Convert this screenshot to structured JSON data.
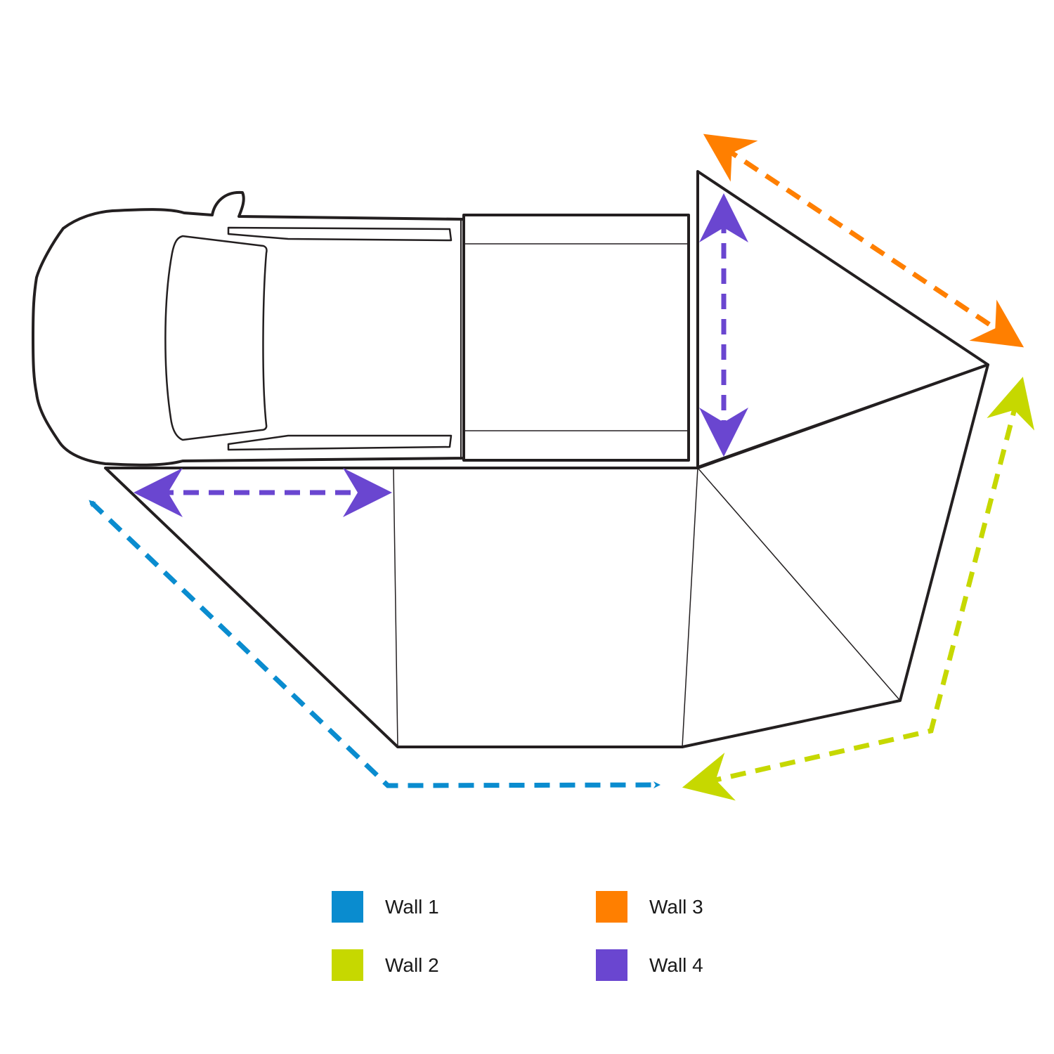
{
  "diagram": {
    "subject": "truck-awning-top-view",
    "colors": {
      "outline": "#231f20",
      "wall1": "#0a8ccf",
      "wall2": "#c6d800",
      "wall3": "#ff7f00",
      "wall4": "#6a46d0"
    }
  },
  "legend": [
    {
      "label": "Wall 1",
      "color": "#0a8ccf"
    },
    {
      "label": "Wall 2",
      "color": "#c6d800"
    },
    {
      "label": "Wall 3",
      "color": "#ff7f00"
    },
    {
      "label": "Wall 4",
      "color": "#6a46d0"
    }
  ]
}
